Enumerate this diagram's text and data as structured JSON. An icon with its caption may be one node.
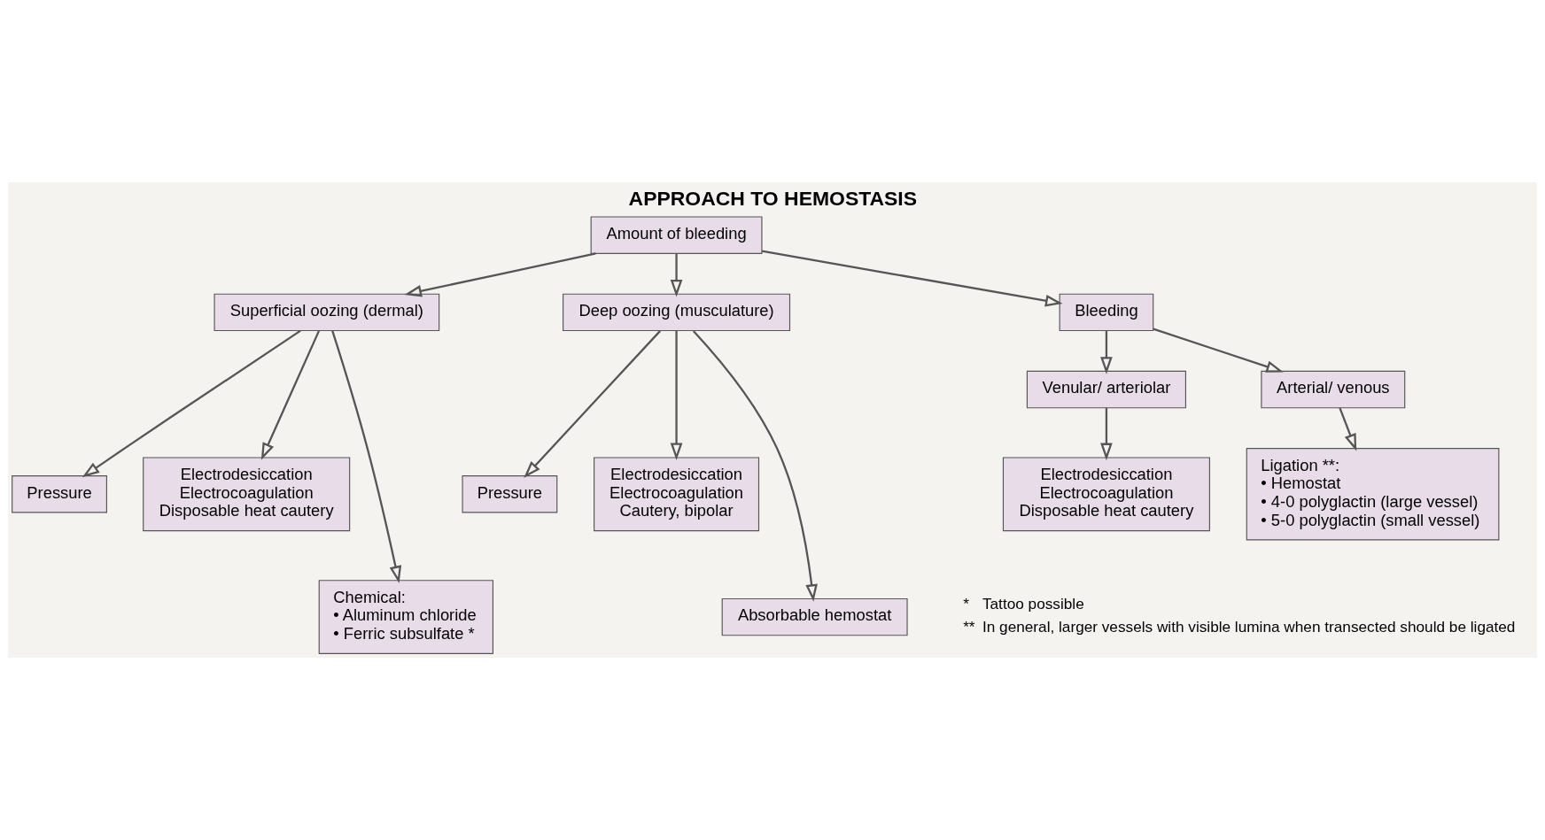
{
  "diagram": {
    "title": "APPROACH TO HEMOSTASIS",
    "nodes": [
      {
        "text": [
          "Amount of bleeding"
        ]
      },
      {
        "text": [
          "Superficial oozing (dermal)"
        ]
      },
      {
        "text": [
          "Deep oozing (musculature)"
        ]
      },
      {
        "text": [
          "Bleeding"
        ]
      },
      {
        "text": [
          "Pressure"
        ]
      },
      {
        "text": [
          "Electrodesiccation",
          "Electrocoagulation",
          "Disposable heat cautery"
        ]
      },
      {
        "text": [
          "Chemical:",
          "• Aluminum chloride",
          "• Ferric subsulfate *"
        ]
      },
      {
        "text": [
          "Pressure"
        ]
      },
      {
        "text": [
          "Electrodesiccation",
          "Electrocoagulation",
          "Cautery, bipolar"
        ]
      },
      {
        "text": [
          "Absorbable hemostat"
        ]
      },
      {
        "text": [
          "Venular/ arteriolar"
        ]
      },
      {
        "text": [
          "Arterial/ venous"
        ]
      },
      {
        "text": [
          "Electrodesiccation",
          "Electrocoagulation",
          "Disposable heat cautery"
        ]
      },
      {
        "text": [
          "Ligation **:",
          "• Hemostat",
          "• 4-0 polyglactin (large vessel)",
          "• 5-0 polyglactin (small vessel)"
        ]
      }
    ],
    "edges": [
      {
        "from": 0,
        "to": 1,
        "arrow": "to"
      },
      {
        "from": 0,
        "to": 2,
        "arrow": "to"
      },
      {
        "from": 0,
        "to": 3,
        "arrow": "to"
      },
      {
        "from": 1,
        "to": 4,
        "arrow": "to"
      },
      {
        "from": 1,
        "to": 5,
        "arrow": "to"
      },
      {
        "from": 1,
        "to": 6,
        "arrow": "to"
      },
      {
        "from": 2,
        "to": 7,
        "arrow": "to"
      },
      {
        "from": 2,
        "to": 8,
        "arrow": "to"
      },
      {
        "from": 2,
        "to": 9,
        "arrow": "to"
      },
      {
        "from": 3,
        "to": 10,
        "arrow": "to"
      },
      {
        "from": 3,
        "to": 11,
        "arrow": "to"
      },
      {
        "from": 10,
        "to": 12,
        "arrow": "to"
      },
      {
        "from": 11,
        "to": 13,
        "arrow": "to"
      }
    ],
    "labels": [
      "*",
      "Tattoo possible",
      "**",
      "In general, larger vessels with visible lumina when transected should be ligated"
    ]
  }
}
